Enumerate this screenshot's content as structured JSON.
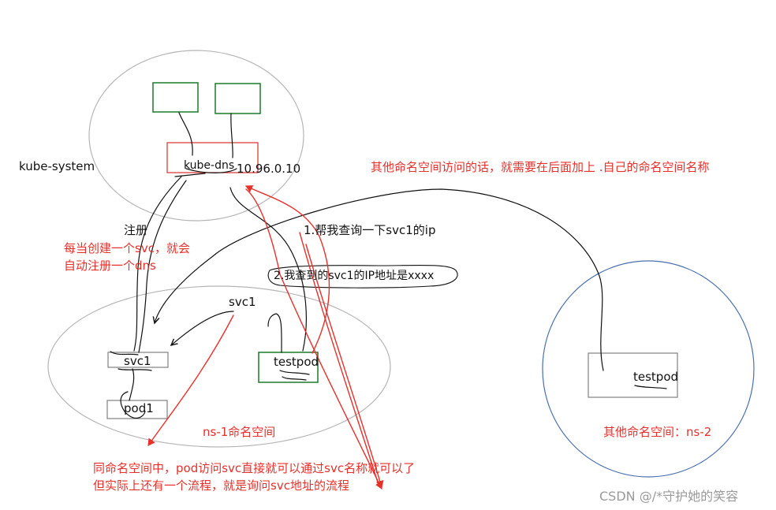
{
  "colors": {
    "ink": "#111111",
    "accent_red": "#e8302b",
    "pod_green": "#1b7a2a",
    "box_gray": "#8a8a8a",
    "ellipse_gray": "#b5b5b5",
    "ellipse_blue": "#4a6fb0",
    "watermark": "#9a9a9a"
  },
  "kube_system": {
    "namespace_label": "kube-system",
    "dns_label": "kube-dns",
    "dns_ip": "10.96.0.10"
  },
  "ns1": {
    "namespace_label": "ns-1命名空间",
    "svc_group_label": "svc1",
    "svc_box_label": "svc1",
    "pod_box_label": "pod1",
    "testpod_label": "testpod"
  },
  "ns2": {
    "namespace_label": "其他命名空间：ns-2",
    "testpod_label": "testpod"
  },
  "annotations": {
    "register": "注册",
    "auto_register_line1": "每当创建一个svc，就会",
    "auto_register_line2": "自动注册一个dns",
    "step1": "1.帮我查询一下svc1的ip",
    "step2": "2.我查到的svc1的IP地址是xxxx",
    "cross_namespace_note": "其他命名空间访问的话，就需要在后面加上 .自己的命名空间名称",
    "same_ns_line1": "同命名空间中，pod访问svc直接就可以通过svc名称就可以了",
    "same_ns_line2": "但实际上还有一个流程，就是询问svc地址的流程"
  },
  "watermark": "CSDN @/*守护她的笑容"
}
